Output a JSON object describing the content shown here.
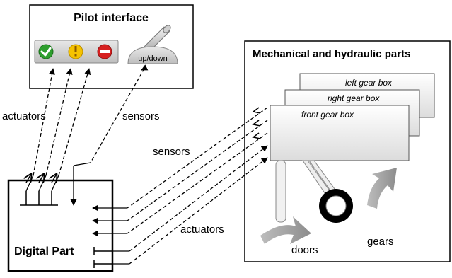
{
  "pilot_interface": {
    "title": "Pilot interface",
    "lever_label": "up/down",
    "lights": [
      {
        "name": "green-check-light",
        "color": "#2e9e2e",
        "glyph": "✔"
      },
      {
        "name": "warning-light",
        "color": "#f2b400",
        "glyph": "!"
      },
      {
        "name": "stop-light",
        "color": "#d62020",
        "glyph": "—"
      }
    ]
  },
  "mechanical": {
    "title": "Mechanical and hydraulic parts",
    "gear_boxes": [
      "left gear box",
      "right gear box",
      "front gear box"
    ],
    "doors_label": "doors",
    "gears_label": "gears"
  },
  "digital": {
    "title": "Digital Part"
  },
  "link_labels": {
    "actuators_top": "actuators",
    "sensors_top": "sensors",
    "sensors_mid": "sensors",
    "actuators_mid": "actuators"
  }
}
